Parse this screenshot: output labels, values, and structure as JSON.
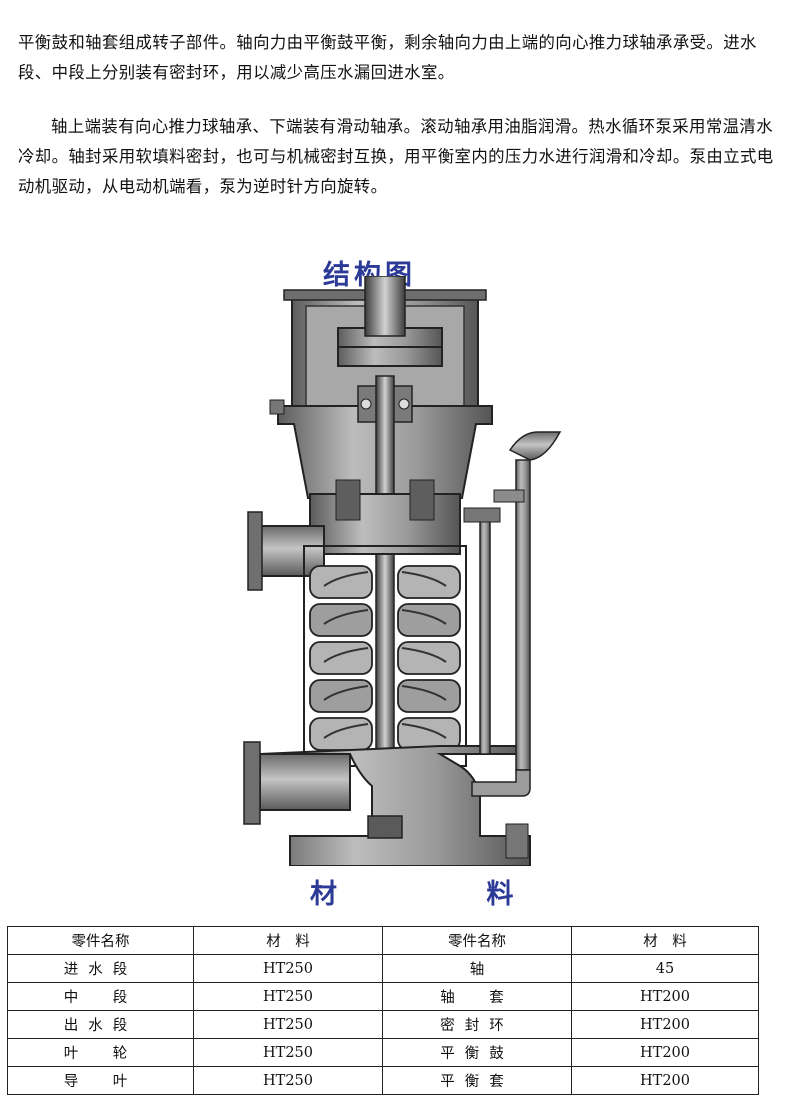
{
  "paragraphs": [
    "平衡鼓和轴套组成转子部件。轴向力由平衡鼓平衡，剩余轴向力由上端的向心推力球轴承承受。进水段、中段上分别装有密封环，用以减少高压水漏回进水室。",
    "轴上端装有向心推力球轴承、下端装有滑动轴承。滚动轴承用油脂润滑。热水循环泵采用常温清水冷却。轴封采用软填料密封，也可与机械密封互换，用平衡室内的压力水进行润滑和冷却。泵由立式电动机驱动，从电动机端看，泵为逆时针方向旋转。"
  ],
  "diagram_title": "结构图",
  "materials_title": "材 料",
  "colors": {
    "heading": "#2b3a96",
    "metal": "#8a8a8a",
    "dark_metal": "#4a4a4a"
  },
  "table": {
    "headers": [
      "零件名称",
      "材　料",
      "零件名称",
      "材　料"
    ],
    "rows": [
      [
        "进水段",
        "HT250",
        "轴",
        "45"
      ],
      [
        "中　段",
        "HT250",
        "轴　套",
        "HT200"
      ],
      [
        "出水段",
        "HT250",
        "密封环",
        "HT200"
      ],
      [
        "叶　轮",
        "HT250",
        "平衡鼓",
        "HT200"
      ],
      [
        "导　叶",
        "HT250",
        "平衡套",
        "HT200"
      ]
    ]
  }
}
